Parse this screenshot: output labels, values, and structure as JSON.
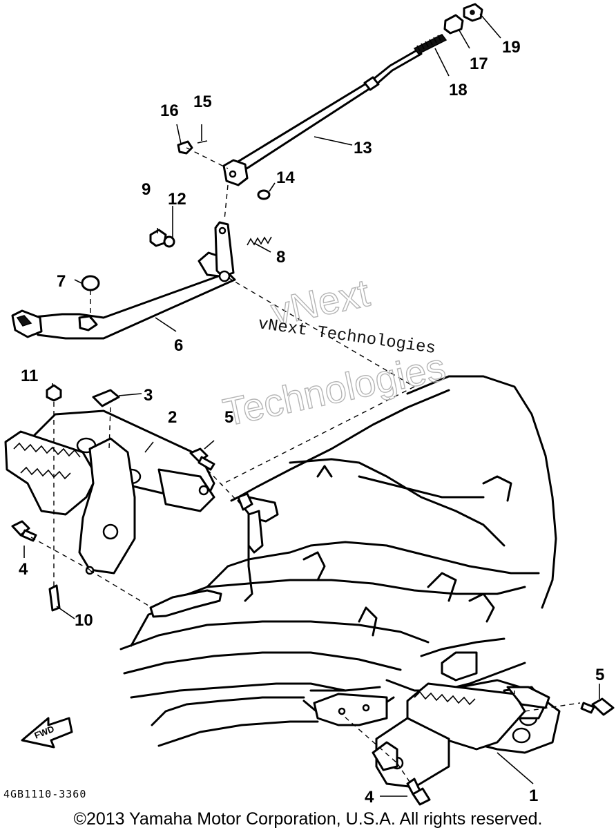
{
  "diagram": {
    "callouts": [
      {
        "id": "1",
        "label": "1"
      },
      {
        "id": "2",
        "label": "2"
      },
      {
        "id": "3",
        "label": "3"
      },
      {
        "id": "4a",
        "label": "4"
      },
      {
        "id": "4b",
        "label": "4"
      },
      {
        "id": "5a",
        "label": "5"
      },
      {
        "id": "5b",
        "label": "5"
      },
      {
        "id": "6",
        "label": "6"
      },
      {
        "id": "7",
        "label": "7"
      },
      {
        "id": "8",
        "label": "8"
      },
      {
        "id": "9",
        "label": "9"
      },
      {
        "id": "10",
        "label": "10"
      },
      {
        "id": "11",
        "label": "11"
      },
      {
        "id": "12",
        "label": "12"
      },
      {
        "id": "13",
        "label": "13"
      },
      {
        "id": "14",
        "label": "14"
      },
      {
        "id": "15",
        "label": "15"
      },
      {
        "id": "16",
        "label": "16"
      },
      {
        "id": "17",
        "label": "17"
      },
      {
        "id": "18",
        "label": "18"
      },
      {
        "id": "19",
        "label": "19"
      }
    ],
    "fwd_label": "FWD",
    "part_code": "4GB1110-3360"
  },
  "watermark": {
    "line": "vNext Technologies",
    "outline_word_1": "vNext",
    "outline_word_2": "Technologies"
  },
  "footer": {
    "copyright": "©2013 Yamaha Motor Corporation, U.S.A. All rights reserved."
  },
  "colors": {
    "ink": "#000000",
    "paper": "#ffffff",
    "watermark_outline": "#b5b5b5"
  }
}
